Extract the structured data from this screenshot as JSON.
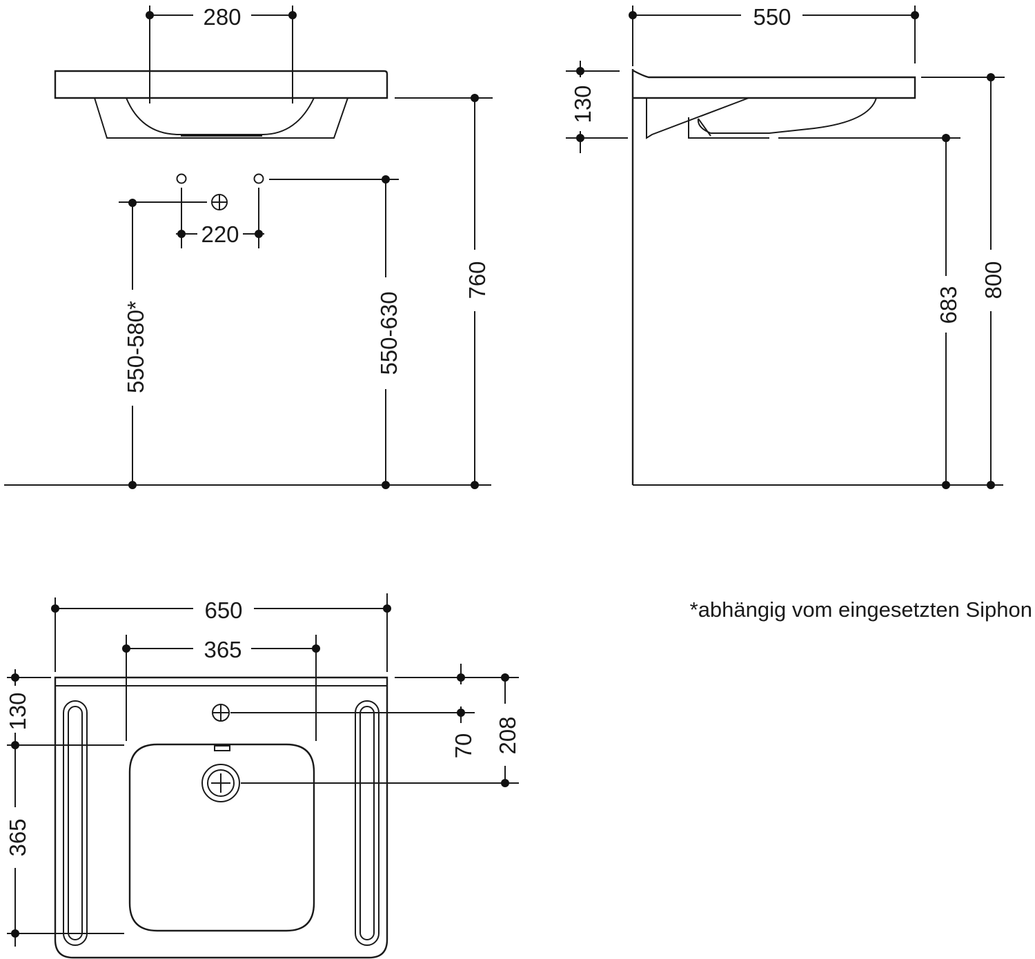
{
  "colors": {
    "line": "#1a1a1a",
    "background": "#ffffff"
  },
  "front_view": {
    "dim_tap_spacing": "280",
    "dim_valve_spacing": "220",
    "dim_siphon_height": "550-580*",
    "dim_supply_height": "550-630",
    "dim_rim_height": "760"
  },
  "side_view": {
    "dim_depth": "550",
    "dim_thickness": "130",
    "dim_underside_height": "683",
    "dim_total_height": "800"
  },
  "top_view": {
    "dim_width": "650",
    "dim_grip_spacing": "365",
    "dim_rim_band": "130",
    "dim_basin_length": "365",
    "dim_tap_offset": "70",
    "dim_drain_offset": "208"
  },
  "footnote": "*abhängig vom eingesetzten Siphon"
}
